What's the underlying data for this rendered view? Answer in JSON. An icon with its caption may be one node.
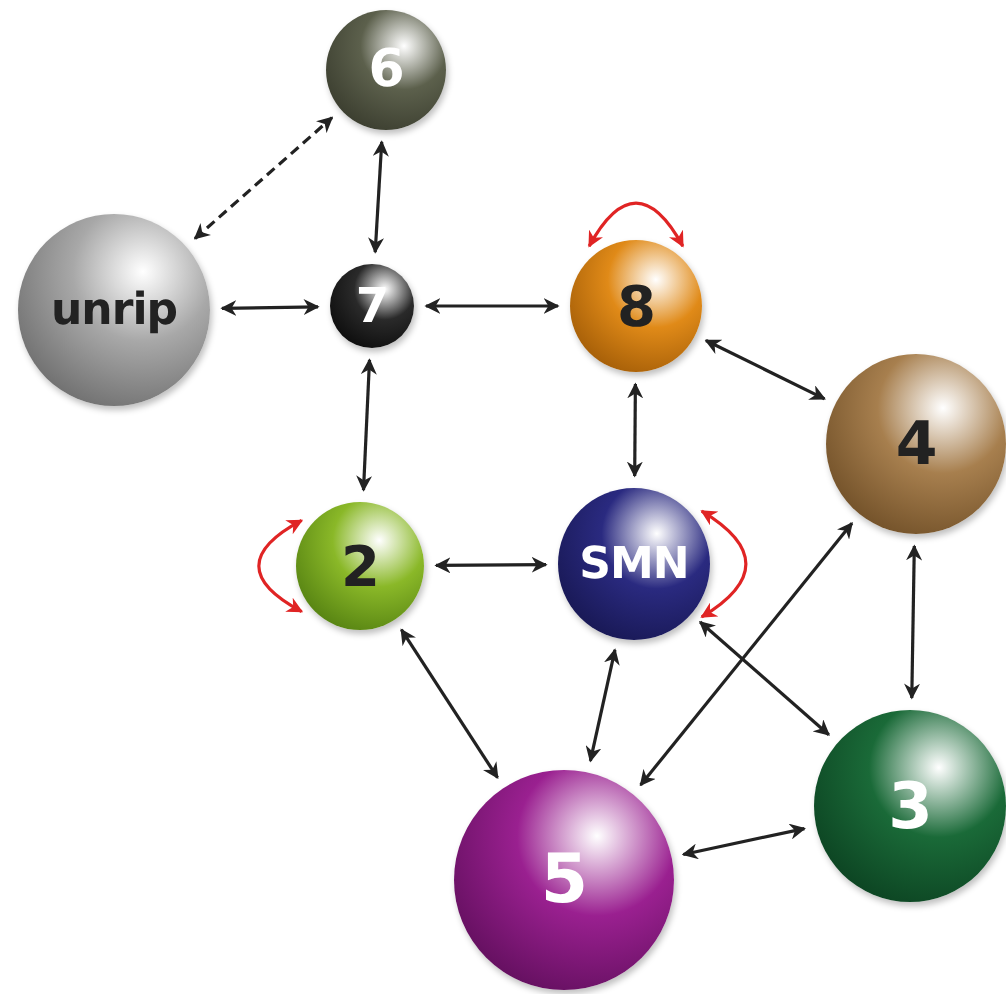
{
  "diagram": {
    "nodes": [
      {
        "text": [
          "6"
        ]
      },
      {
        "text": [
          "unrip"
        ]
      },
      {
        "text": [
          "7"
        ]
      },
      {
        "text": [
          "8"
        ]
      },
      {
        "text": [
          "4"
        ]
      },
      {
        "text": [
          "2"
        ]
      },
      {
        "text": [
          "SMN"
        ]
      },
      {
        "text": [
          "3"
        ]
      },
      {
        "text": [
          "5"
        ]
      }
    ],
    "edges": [
      {
        "from": 1,
        "to": 0,
        "arrow": "both",
        "style": "dashed"
      },
      {
        "from": 0,
        "to": 2,
        "arrow": "both"
      },
      {
        "from": 1,
        "to": 2,
        "arrow": "both"
      },
      {
        "from": 2,
        "to": 3,
        "arrow": "both"
      },
      {
        "from": 3,
        "to": 3,
        "arrow": "both",
        "color": "#e02424"
      },
      {
        "from": 3,
        "to": 4,
        "arrow": "both"
      },
      {
        "from": 2,
        "to": 5,
        "arrow": "both"
      },
      {
        "from": 3,
        "to": 6,
        "arrow": "both"
      },
      {
        "from": 5,
        "to": 5,
        "arrow": "both",
        "color": "#e02424"
      },
      {
        "from": 5,
        "to": 6,
        "arrow": "both"
      },
      {
        "from": 6,
        "to": 6,
        "arrow": "both",
        "color": "#e02424"
      },
      {
        "from": 4,
        "to": 7,
        "arrow": "both"
      },
      {
        "from": 5,
        "to": 8,
        "arrow": "both"
      },
      {
        "from": 6,
        "to": 8,
        "arrow": "both"
      },
      {
        "from": 8,
        "to": 4,
        "arrow": "both"
      },
      {
        "from": 6,
        "to": 7,
        "arrow": "both"
      },
      {
        "from": 8,
        "to": 7,
        "arrow": "both"
      }
    ]
  }
}
